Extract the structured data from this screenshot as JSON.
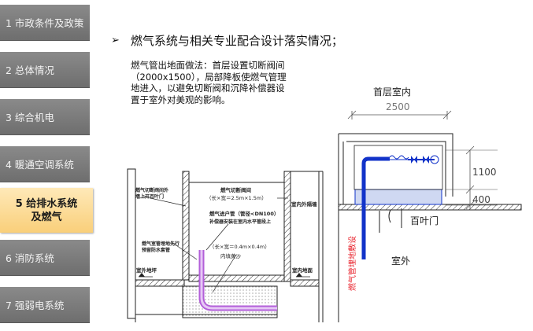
{
  "sidebar": {
    "items": [
      {
        "label": "1 市政条件及政策"
      },
      {
        "label": "2 总体情况"
      },
      {
        "label": "3 综合机电"
      },
      {
        "label": "4 暖通空调系统"
      },
      {
        "label_line1": "5 给排水系统",
        "label_line2": "及燃气"
      },
      {
        "label": "6 消防系统"
      },
      {
        "label": "7 强弱电系统"
      }
    ]
  },
  "heading": {
    "bullet": "➢",
    "text": "燃气系统与相关专业配合设计落实情况；"
  },
  "description": {
    "lines": [
      "燃气管出地面做法：首层设置切断阀间",
      "（2000x1500），局部降板使燃气管理",
      "地进入，以避免切断阀和沉降补偿器设",
      "置于室外对美观的影响。"
    ]
  },
  "left_drawing": {
    "labels": {
      "valve_room": "燃气切断阀间",
      "valve_room_size": "（长×宽＝2.5m×1.5m）",
      "wall_door": "燃气切断阀间外\n墙上开百叶门",
      "riser": "燃气进户管（管径<DN100）",
      "riser_note": "补偿器安装在室内水平管段上",
      "pipe_trench": "燃气室管埋地先行\n预留防水套管",
      "trench_size": "（长×宽＝0.4m×0.4m）",
      "sand_fill": "内填黄沙",
      "outdoor_ground": "室外地坪",
      "indoor_ground": "室内地面",
      "indoor_wall": "室内外隔墙"
    }
  },
  "right_drawing": {
    "first_floor": "首层室内",
    "width_dim": "2500",
    "height_dim_1": "1100",
    "height_dim_2": "400",
    "louver_door": "百叶门",
    "outdoor": "室外",
    "pipe_label": "燃气管埋地敷设",
    "colors": {
      "pipe": "#1233c9",
      "fill": "#cfd8f2",
      "pipe_label": "#e8202a",
      "dim": "#555555"
    }
  }
}
